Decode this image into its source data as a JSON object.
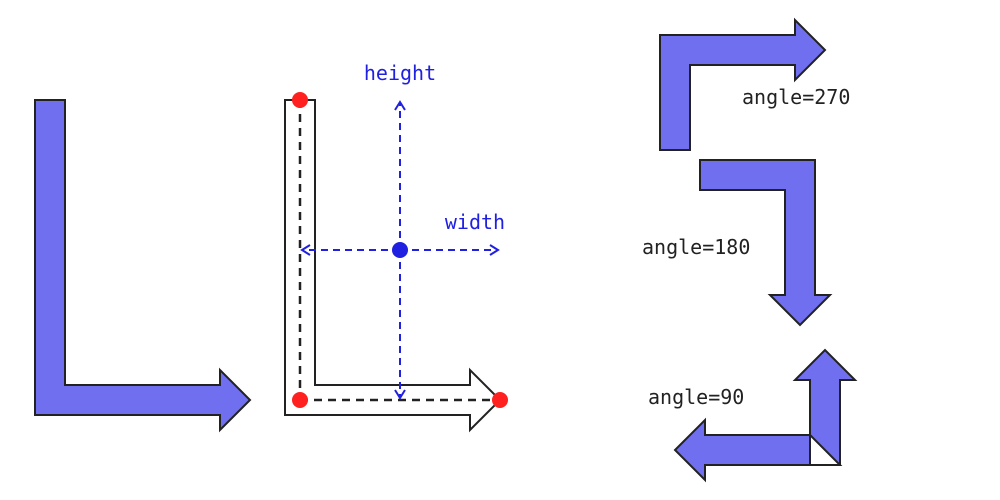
{
  "colors": {
    "arrow_fill": "#6f6ff0",
    "outline": "#222222",
    "dimension": "#2020e0",
    "anchor_point": "#ff2020",
    "guide": "#222222"
  },
  "labels": {
    "height": "height",
    "width": "width",
    "angle_270": "angle=270",
    "angle_180": "angle=180",
    "angle_90": "angle=90"
  }
}
